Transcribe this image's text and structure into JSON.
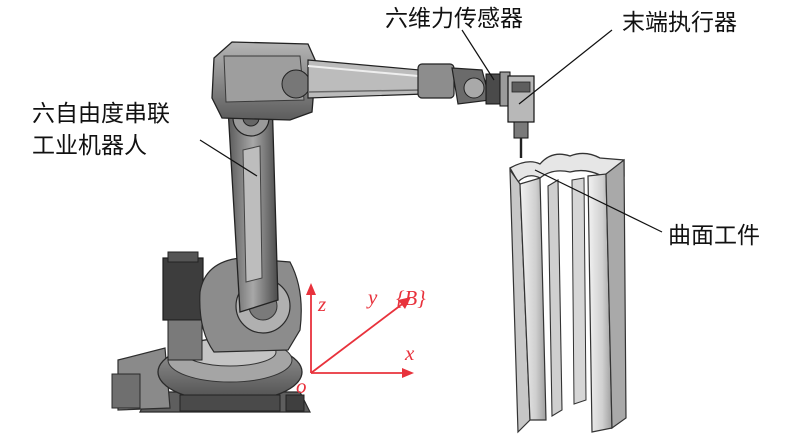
{
  "labels": {
    "force_sensor": "六维力传感器",
    "end_effector": "末端执行器",
    "robot_line1": "六自由度串联",
    "robot_line2": "工业机器人",
    "workpiece": "曲面工件"
  },
  "frame": {
    "z": "z",
    "y": "y",
    "x": "x",
    "origin": "o",
    "name": "{B}"
  },
  "colors": {
    "axis": "#e8323c",
    "robot_dark": "#3a3a3a",
    "robot_mid": "#7d7d7d",
    "robot_light": "#c9c9c9",
    "workpiece_fill": "#d9d9d9",
    "workpiece_stroke": "#333333",
    "leader": "#111111"
  }
}
